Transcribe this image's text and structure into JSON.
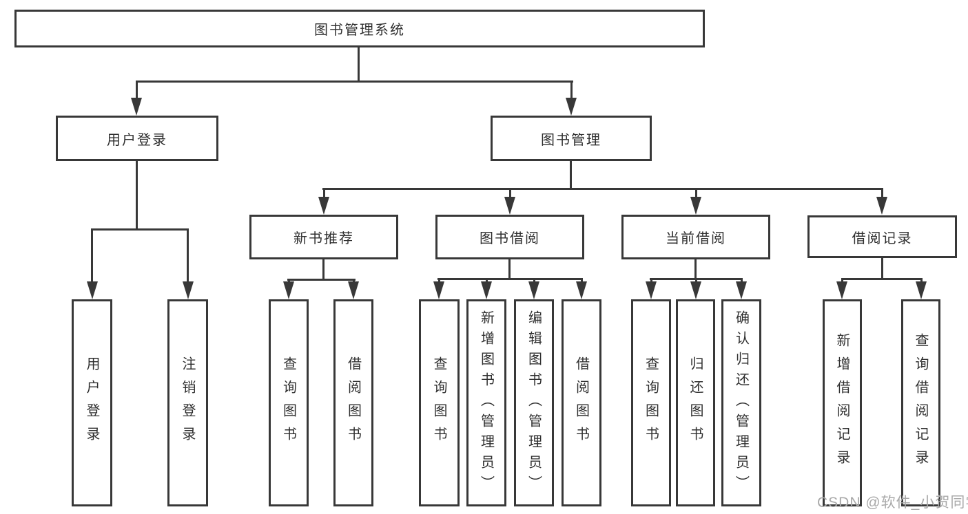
{
  "diagram": {
    "colors": {
      "line": "#383838",
      "text": "#2f2f2f",
      "background": "#ffffff",
      "watermark": "#a9a9a9"
    },
    "watermark": {
      "text": "CSDN @软件_小贺同学"
    },
    "nodes": {
      "root": "图书管理系统",
      "user_login": "用户登录",
      "book_mgmt": "图书管理",
      "new_book_rec": "新书推荐",
      "book_borrow": "图书借阅",
      "current_borrow": "当前借阅",
      "borrow_records": "借阅记录",
      "leaf_user_login": "用户登录",
      "leaf_logout": "注销登录",
      "leaf_rec_query": "查询图书",
      "leaf_rec_borrow": "借阅图书",
      "leaf_bb_query": "查询图书",
      "leaf_bb_add": "新增图书（管理员）",
      "leaf_bb_edit": "编辑图书（管理员）",
      "leaf_bb_borrow": "借阅图书",
      "leaf_cb_query": "查询图书",
      "leaf_cb_return": "归还图书",
      "leaf_cb_confirm": "确认归还（管理员）",
      "leaf_br_add": "新增借阅记录",
      "leaf_br_query": "查询借阅记录"
    },
    "hierarchy": {
      "图书管理系统": {
        "用户登录": [
          "用户登录",
          "注销登录"
        ],
        "图书管理": {
          "新书推荐": [
            "查询图书",
            "借阅图书"
          ],
          "图书借阅": [
            "查询图书",
            "新增图书（管理员）",
            "编辑图书（管理员）",
            "借阅图书"
          ],
          "当前借阅": [
            "查询图书",
            "归还图书",
            "确认归还（管理员）"
          ],
          "借阅记录": [
            "新增借阅记录",
            "查询借阅记录"
          ]
        }
      }
    }
  }
}
